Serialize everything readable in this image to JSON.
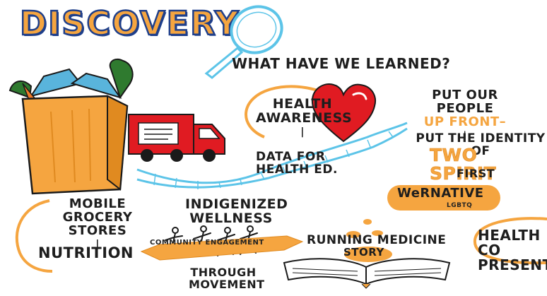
{
  "title": "DISCOVERY",
  "question": "WHAT HAVE WE LEARNED?",
  "health_awareness": {
    "line1": "HEALTH",
    "line2": "AWARENESS",
    "bar": "|",
    "line3": "DATA FOR",
    "line4": "HEALTH ED."
  },
  "identity": {
    "line1": "PUT OUR PEOPLE",
    "line2": "UP FRONT–",
    "bar": "|",
    "line3": "PUT THE IDENTITY OF",
    "line4": "TWO SPIRIT",
    "line5": "FIRST"
  },
  "wernative": {
    "name": "WeRNATIVE",
    "sub": "LGBTQ"
  },
  "grocery": {
    "line1": "MOBILE",
    "line2": "GROCERY STORES",
    "bar": "|",
    "line3": "NUTRITION"
  },
  "wellness": {
    "line1": "INDIGENIZED",
    "line2": "WELLNESS",
    "ribbon": "COMMUNITY ENGAGEMENT",
    "line3": "THROUGH",
    "line4": "MOVEMENT"
  },
  "running": {
    "line1": "RUNNING MEDICINE",
    "line2": "STORY"
  },
  "health_co": {
    "line1": "HEALTH CO",
    "line2": "PRESENTA"
  },
  "colors": {
    "orange": "#f5a540",
    "blue": "#1f3f8a",
    "red": "#e01b22",
    "cyan": "#5cc4e8",
    "green": "#2f7a2f"
  },
  "icons": [
    "magnifier-icon",
    "heart-icon",
    "grocery-bag-icon",
    "truck-icon",
    "dna-ribbon-icon",
    "runners-icon",
    "open-book-icon"
  ]
}
